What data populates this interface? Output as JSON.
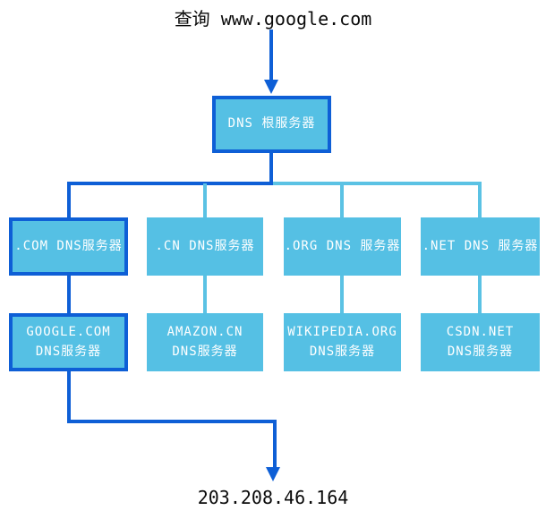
{
  "title": {
    "query_label": "查询 www.google.com"
  },
  "result": {
    "ip": "203.208.46.164"
  },
  "colors": {
    "highlight": "#0E5FD6",
    "node_fill": "#55C0E4",
    "line_light": "#5BC2E4",
    "ink": "#0A0A0A",
    "node_text": "#FFFFFF"
  },
  "nodes": {
    "root": {
      "label": "DNS 根服务器",
      "highlighted": true
    },
    "tld": [
      {
        "id": "com",
        "label": ".COM DNS服务器",
        "highlighted": true
      },
      {
        "id": "cn",
        "label": ".CN DNS服务器",
        "highlighted": false
      },
      {
        "id": "org",
        "label": ".ORG DNS 服务器",
        "highlighted": false
      },
      {
        "id": "net",
        "label": ".NET DNS 服务器",
        "highlighted": false
      }
    ],
    "authoritative": [
      {
        "id": "google",
        "line1": "GOOGLE.COM",
        "line2": "DNS服务器",
        "highlighted": true
      },
      {
        "id": "amazon",
        "line1": "AMAZON.CN",
        "line2": "DNS服务器",
        "highlighted": false
      },
      {
        "id": "wikipedia",
        "line1": "WIKIPEDIA.ORG",
        "line2": "DNS服务器",
        "highlighted": false
      },
      {
        "id": "csdn",
        "line1": "CSDN.NET",
        "line2": "DNS服务器",
        "highlighted": false
      }
    ]
  }
}
